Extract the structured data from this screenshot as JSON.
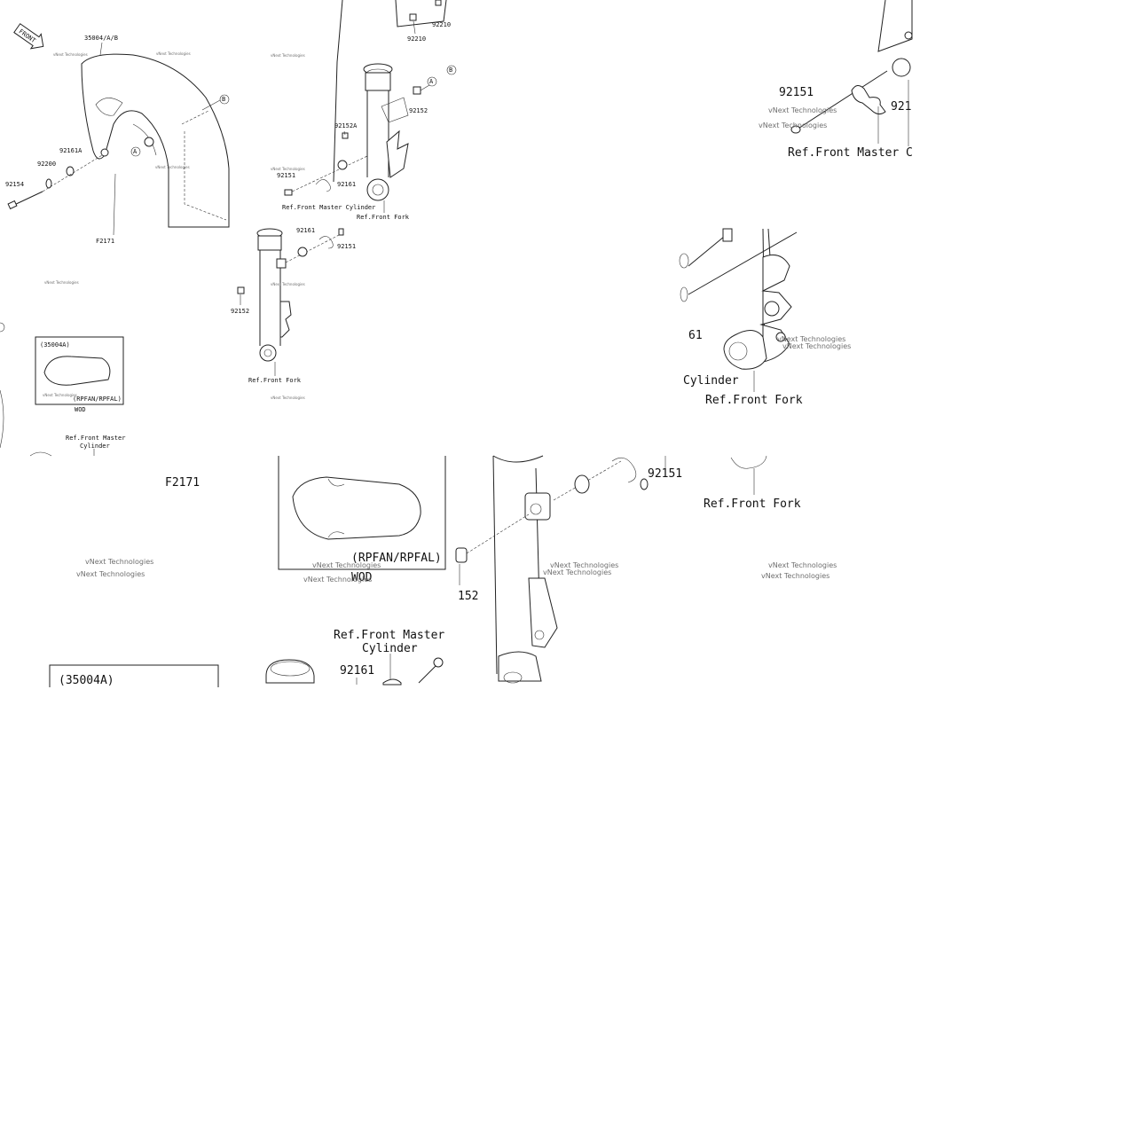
{
  "labels": {
    "front": "FRONT",
    "fender_part_no": "35004/A/B",
    "p92161a": "92161A",
    "p92200": "92200",
    "p92154": "92154",
    "pF2171": "F2171",
    "p92210a": "92210",
    "p92210b": "92210",
    "p92152a": "92152A",
    "p92152": "92152",
    "p92151": "92151",
    "p92161": "92161",
    "ref_master": "Ref.Front Master Cylinder",
    "ref_fork": "Ref.Front Fork",
    "ref_master_l1": "Ref.Front Master",
    "ref_master_l2": "Cylinder",
    "mark_a": "A",
    "mark_b": "B",
    "inset_part": "(35004A)",
    "inset_spec": "(RPFAN/RPFAL)",
    "inset_color": "WOD",
    "frag_92161": "92161",
    "frag_61": "61",
    "frag_152": "152",
    "frag_92151": "92151",
    "frag_921": "921",
    "frag_cylinder": "Cylinder",
    "frag_master_cut": "Ref.Front Master C",
    "frag_inset_cut": "(35004A)",
    "watermark": "vNext Technologies"
  },
  "colors": {
    "line": "#222222",
    "watermark": "#6f6f6f",
    "background": "#ffffff"
  }
}
